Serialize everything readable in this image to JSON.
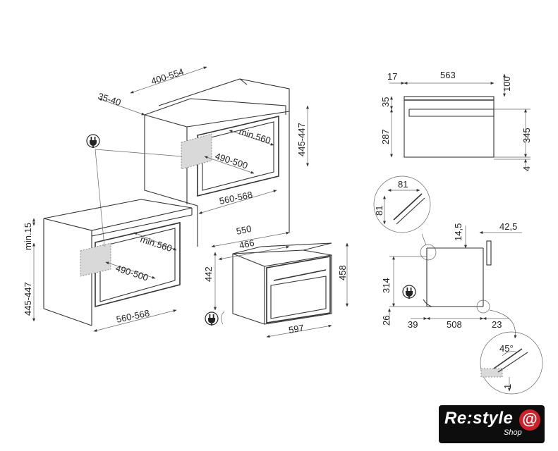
{
  "dimensions": {
    "niche_depth_top": "400-554",
    "niche_offset_top": "35-40",
    "niche_height_top": "445-447",
    "opening_depth_top": "min.560",
    "opening_inner_top": "490-500",
    "opening_width_top": "560-568",
    "min_gap": "min.15",
    "niche_height_bottom": "445-447",
    "opening_depth_bottom": "min.560",
    "opening_inner_bottom": "490-500",
    "opening_width_bottom": "560-568",
    "oven_depth": "550",
    "oven_body_depth": "466",
    "oven_height_side": "442",
    "oven_front_height": "458",
    "oven_width": "597",
    "side_17": "17",
    "side_563": "563",
    "side_100": "100",
    "side_35": "35",
    "side_287": "287",
    "side_345": "345",
    "side_4": "4",
    "detail_81_w": "81",
    "detail_81_h": "81",
    "detail_14_5": "14,5",
    "detail_42_5": "42,5",
    "detail_314": "314",
    "detail_26": "26",
    "detail_39": "39",
    "detail_508": "508",
    "detail_23": "23",
    "detail_45deg": "45°",
    "detail_1": "1"
  },
  "icons": [
    "power-plug-icon"
  ],
  "logo": {
    "main": "Re:style",
    "sub": "Shop",
    "mark": "@"
  },
  "colors": {
    "logo_bg": "#0d0d0d",
    "logo_accent": "#d0202a"
  }
}
